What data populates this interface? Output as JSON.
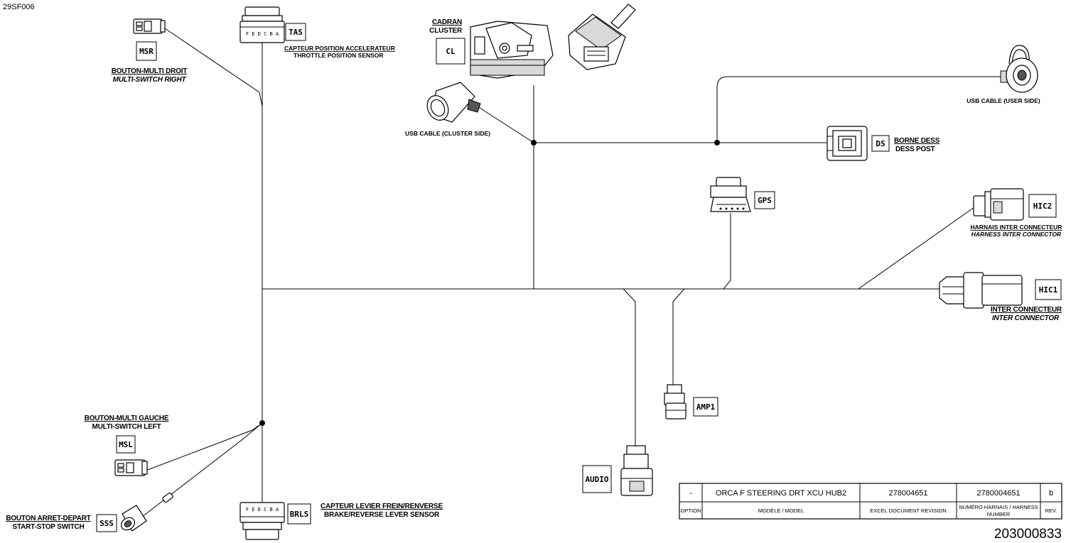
{
  "drawing_code": "29SF006",
  "part_number": "203000833",
  "connectors": {
    "msr": {
      "code": "MSR",
      "label_fr": "BOUTON-MULTI DROIT",
      "label_en": "MULTI-SWITCH RIGHT"
    },
    "tas": {
      "code": "TAS",
      "pins": "F E D C B A",
      "label_fr": "CAPTEUR POSITION ACCELERATEUR",
      "label_en": "THROTTLE POSITION SENSOR"
    },
    "cl": {
      "code": "CL",
      "label_fr": "CADRAN",
      "label_en": "CLUSTER"
    },
    "usb_cluster": {
      "label": "USB CABLE (CLUSTER SIDE)"
    },
    "usb_user": {
      "label": "USB CABLE (USER SIDE)"
    },
    "ds": {
      "code": "DS",
      "label_fr": "BORNE DESS",
      "label_en": "DESS POST"
    },
    "gps": {
      "code": "GPS"
    },
    "hic2": {
      "code": "HIC2",
      "label_fr": "HARNAIS INTER CONNECTEUR",
      "label_en": "HARNESS INTER CONNECTOR"
    },
    "hic1": {
      "code": "HIC1",
      "label_fr": "INTER CONNECTEUR",
      "label_en": "INTER CONNECTOR"
    },
    "amp1": {
      "code": "AMP1"
    },
    "audio": {
      "code": "AUDIO"
    },
    "msl": {
      "code": "MSL",
      "label_fr": "BOUTON-MULTI GAUCHE",
      "label_en": "MULTI-SWITCH LEFT"
    },
    "sss": {
      "code": "SSS",
      "label_fr": "BOUTON ARRET-DEPART",
      "label_en": "START-STOP SWITCH"
    },
    "brls": {
      "code": "BRLS",
      "pins": "F E D C B A",
      "label_fr": "CAPTEUR LEVIER FREIN/RENVERSE",
      "label_en": "BRAKE/REVERSE LEVER SENSOR"
    }
  },
  "title_block": {
    "option_value": "-",
    "model_value": "ORCA F STEERING DRT XCU HUB2",
    "excel_revision_value": "278004651",
    "harness_number_value": "2780004651",
    "rev_value": "b",
    "option_header": "OPTION",
    "model_header": "MODÈLE / MODEL",
    "excel_revision_header": "EXCEL DOCUMENT REVISION",
    "harness_number_header_line1": "NUMÉRO HARNAIS / HARNESS",
    "harness_number_header_line2": "NUMBER",
    "rev_header": "REV."
  }
}
